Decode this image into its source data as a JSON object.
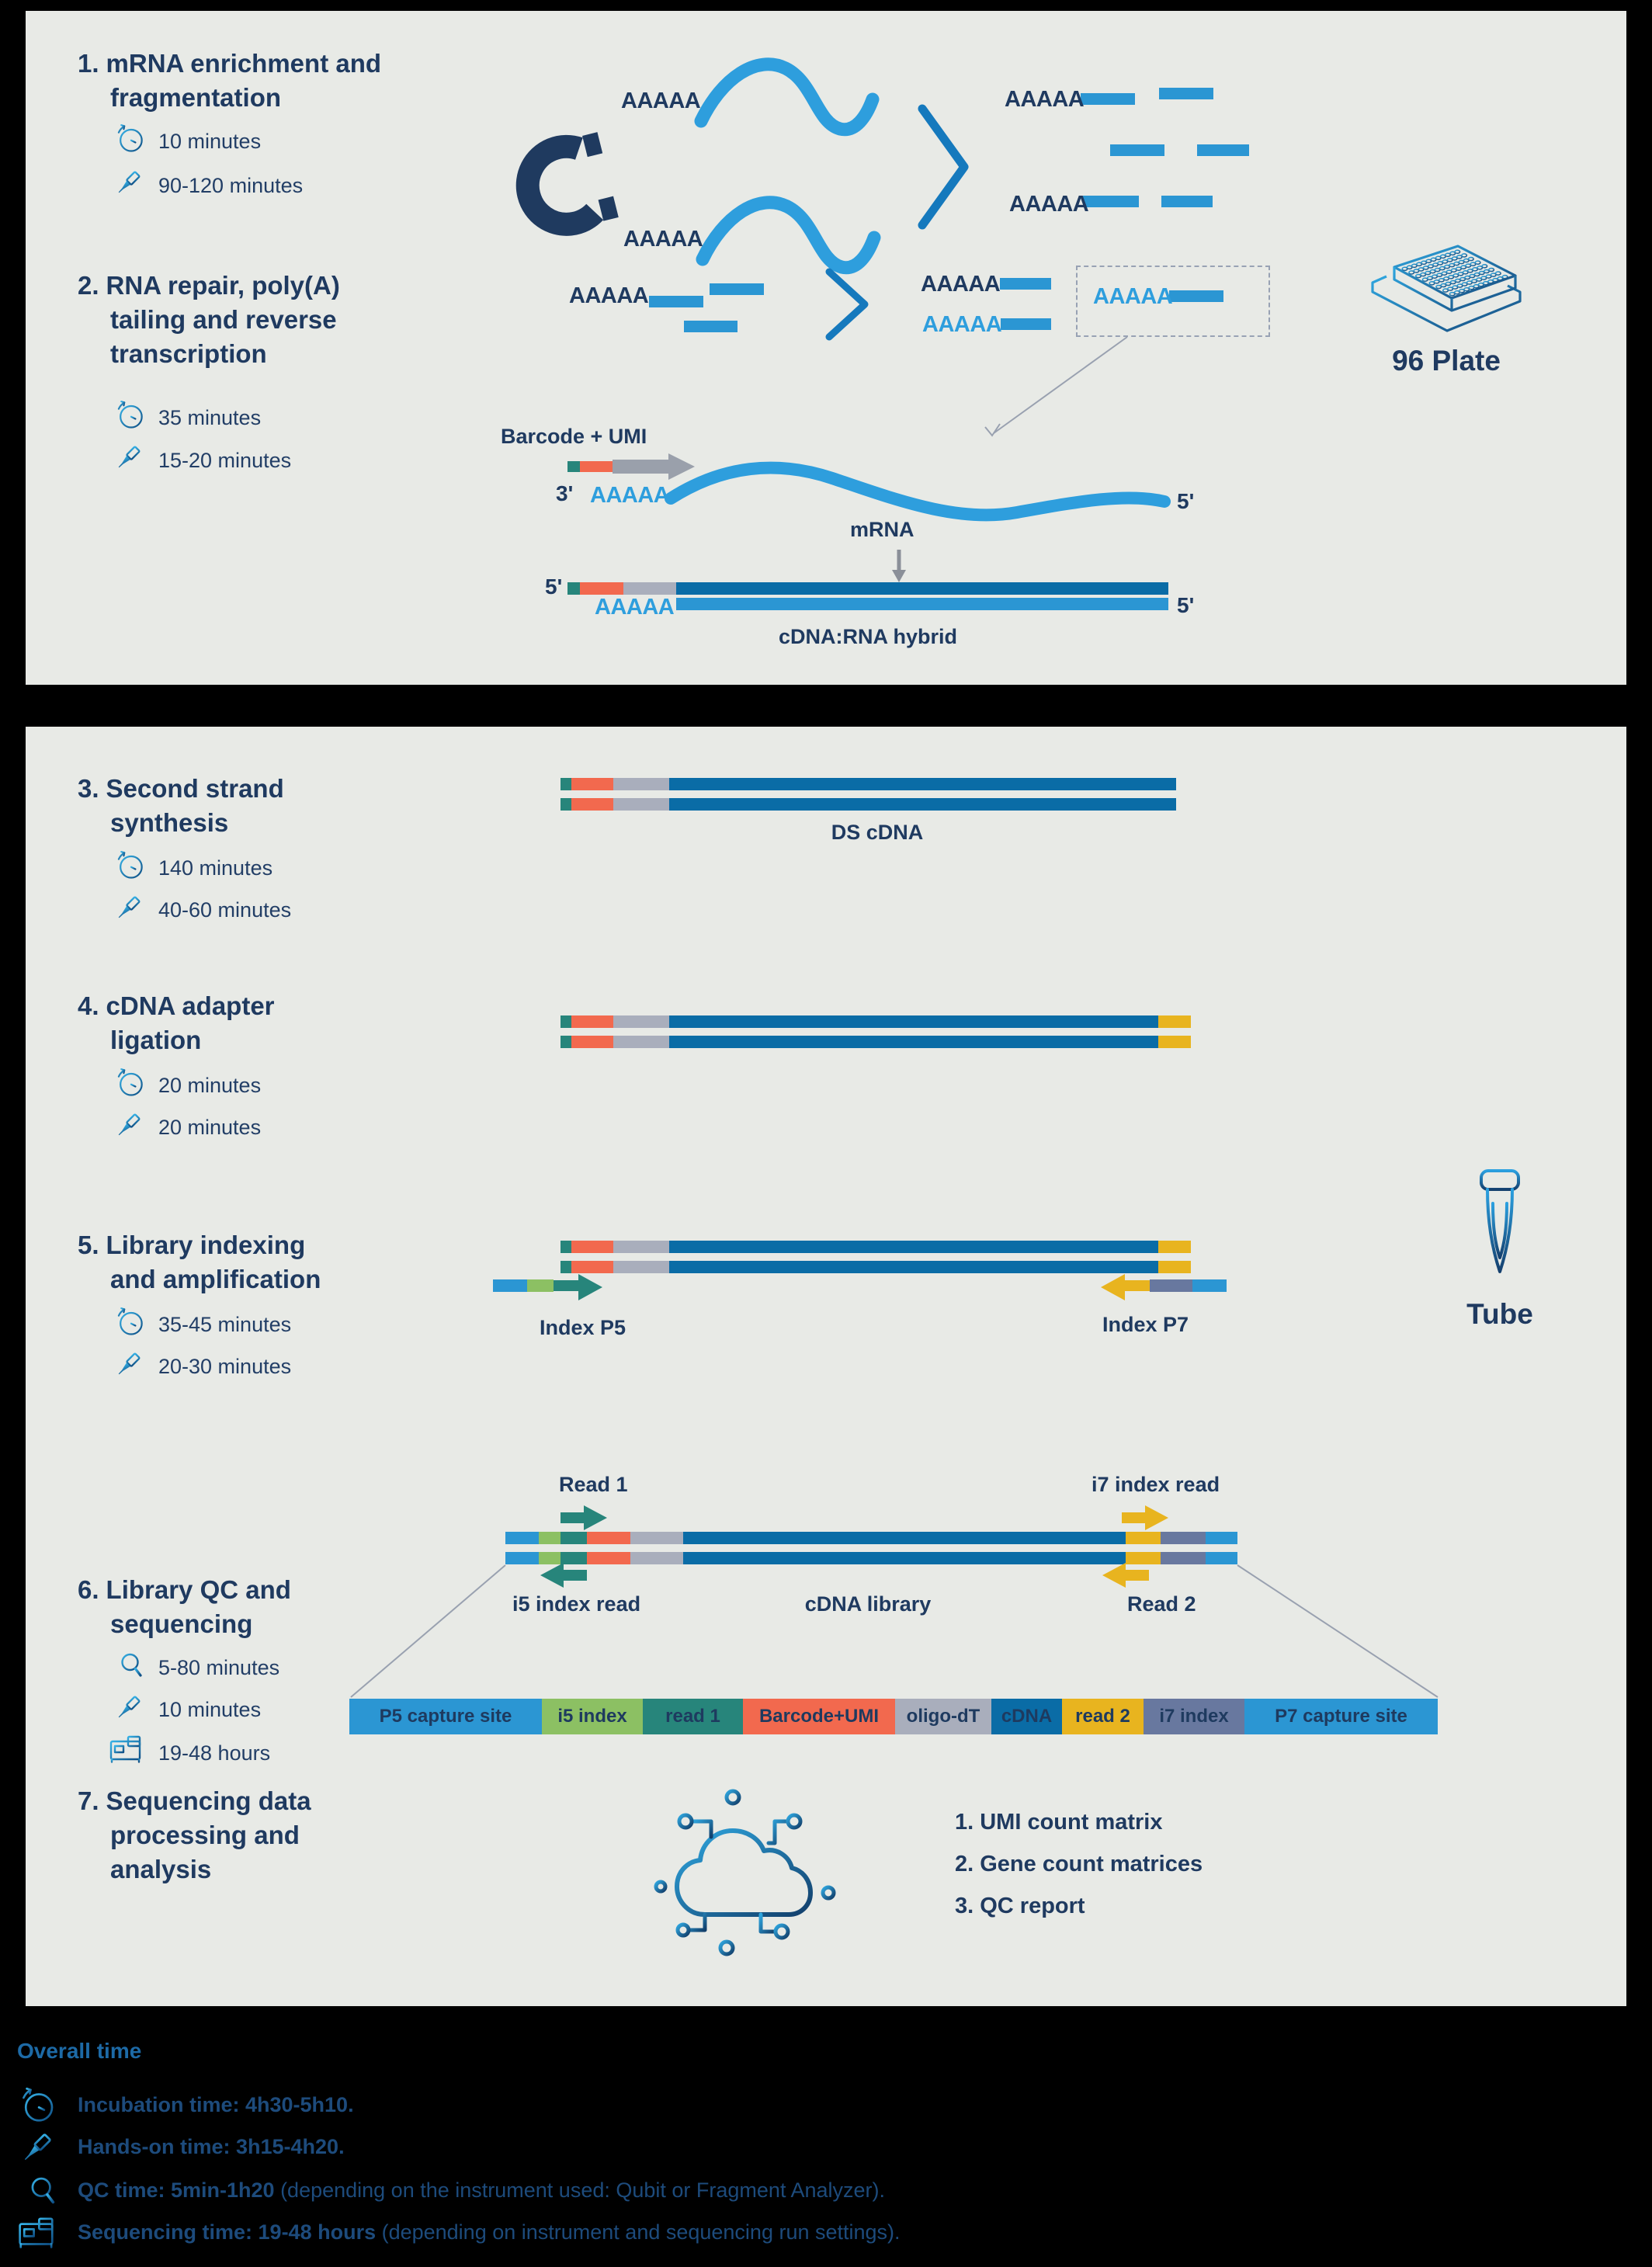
{
  "colors": {
    "panel_bg": "#e8eae6",
    "navy_text": "#1f3a60",
    "light_blue": "#2e9edd",
    "mid_blue": "#2b96d3",
    "dark_blue": "#0a6ca6",
    "teal": "#27857b",
    "orange": "#f2694e",
    "gray": "#a9aebc",
    "yellow": "#e8b41f",
    "slate": "#68789f",
    "green": "#8cc063",
    "icon_gradient_start": "#35b1e6",
    "icon_gradient_end": "#0f4f85",
    "footer_text": "#1d4b7c",
    "footer_heading": "#1d6aa6"
  },
  "icons": [
    "clock-icon",
    "pipette-icon",
    "qc-speed-icon",
    "sequencer-icon",
    "magnet-icon",
    "plate-96-icon",
    "tube-icon",
    "cloud-analysis-icon"
  ],
  "steps": [
    {
      "number": "1.",
      "title_lines": [
        "mRNA enrichment and",
        "fragmentation"
      ],
      "times": [
        {
          "icon": "clock",
          "label": "10 minutes"
        },
        {
          "icon": "pipette",
          "label": "90-120 minutes"
        }
      ]
    },
    {
      "number": "2.",
      "title_lines": [
        "RNA repair, poly(A)",
        "tailing and reverse",
        "transcription"
      ],
      "times": [
        {
          "icon": "clock",
          "label": "35 minutes"
        },
        {
          "icon": "pipette",
          "label": "15-20 minutes"
        }
      ]
    },
    {
      "number": "3.",
      "title_lines": [
        "Second strand",
        "synthesis"
      ],
      "times": [
        {
          "icon": "clock",
          "label": "140 minutes"
        },
        {
          "icon": "pipette",
          "label": "40-60 minutes"
        }
      ]
    },
    {
      "number": "4.",
      "title_lines": [
        "cDNA adapter",
        "ligation"
      ],
      "times": [
        {
          "icon": "clock",
          "label": "20 minutes"
        },
        {
          "icon": "pipette",
          "label": "20 minutes"
        }
      ]
    },
    {
      "number": "5.",
      "title_lines": [
        "Library indexing",
        "and amplification"
      ],
      "times": [
        {
          "icon": "clock",
          "label": "35-45 minutes"
        },
        {
          "icon": "pipette",
          "label": "20-30 minutes"
        }
      ]
    },
    {
      "number": "6.",
      "title_lines": [
        "Library QC and",
        "sequencing"
      ],
      "times": [
        {
          "icon": "qc",
          "label": "5-80 minutes"
        },
        {
          "icon": "pipette",
          "label": "10 minutes"
        },
        {
          "icon": "sequencer",
          "label": "19-48 hours"
        }
      ]
    },
    {
      "number": "7.",
      "title_lines": [
        "Sequencing data",
        "processing and",
        "analysis"
      ],
      "times": []
    }
  ],
  "labels": {
    "aaaaa": "AAAAA",
    "barcode_umi": "Barcode + UMI",
    "prime3": "3'",
    "prime5": "5'",
    "mrna": "mRNA",
    "hybrid": "cDNA:RNA hybrid",
    "plate": "96 Plate",
    "ds_cdna": "DS cDNA",
    "index_p5": "Index P5",
    "index_p7": "Index P7",
    "tube": "Tube",
    "read1": "Read 1",
    "read2": "Read 2",
    "i5_read": "i5 index read",
    "i7_read": "i7 index read",
    "cdna_library": "cDNA library"
  },
  "map_segments": [
    {
      "label": "P5 capture site",
      "color": "#2b96d3"
    },
    {
      "label": "i5 index",
      "color": "#8cc063"
    },
    {
      "label": "read 1",
      "color": "#27857b"
    },
    {
      "label": "Barcode+UMI",
      "color": "#f2694e"
    },
    {
      "label": "oligo-dT",
      "color": "#a9aebc"
    },
    {
      "label": "cDNA",
      "color": "#0a6ca6"
    },
    {
      "label": "read 2",
      "color": "#e8b41f"
    },
    {
      "label": "i7 index",
      "color": "#68789f"
    },
    {
      "label": "P7 capture site",
      "color": "#2b96d3"
    }
  ],
  "outputs": [
    "1. UMI count matrix",
    "2. Gene count matrices",
    "3. QC report"
  ],
  "overall": {
    "heading": "Overall time",
    "rows": [
      {
        "icon": "clock",
        "bold": "Incubation time: 4h30-5h10.",
        "rest": ""
      },
      {
        "icon": "pipette",
        "bold": "Hands-on time: 3h15-4h20.",
        "rest": ""
      },
      {
        "icon": "qc",
        "bold": "QC time: 5min-1h20",
        "rest": " (depending on the instrument used: Qubit or Fragment Analyzer)."
      },
      {
        "icon": "sequencer",
        "bold": "Sequencing time: 19-48 hours",
        "rest": " (depending on instrument and sequencing run settings)."
      }
    ]
  }
}
